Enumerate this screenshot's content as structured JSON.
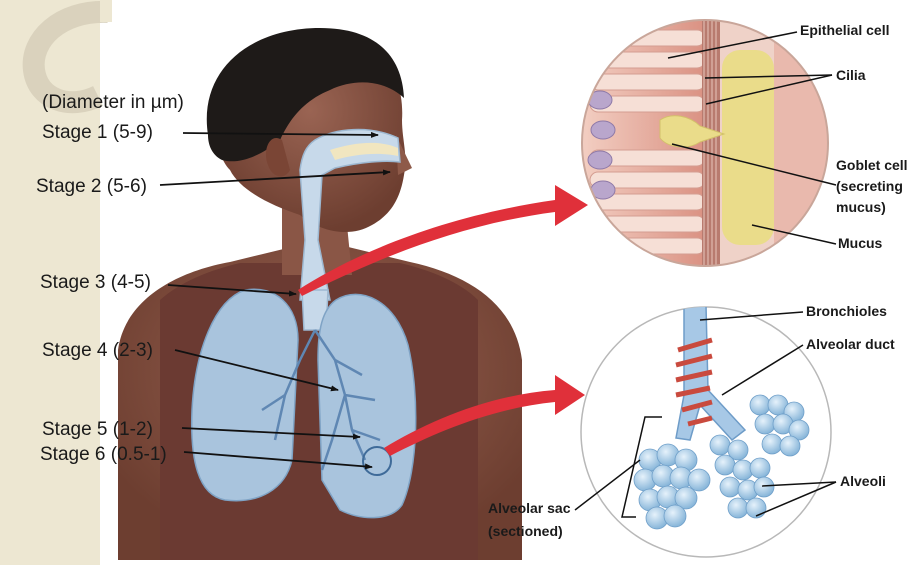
{
  "diagram": {
    "left_labels": {
      "diameter_header": "(Diameter in µm)",
      "stage1": "Stage 1 (5-9)",
      "stage2": "Stage 2 (5-6)",
      "stage3": "Stage 3 (4-5)",
      "stage4": "Stage 4 (2-3)",
      "stage5": "Stage 5 (1-2)",
      "stage6": "Stage 6 (0.5-1)"
    },
    "upper_inset_labels": {
      "epithelial_cell": "Epithelial cell",
      "cilia": "Cilia",
      "goblet_line1": "Goblet cell",
      "goblet_line2": "(secreting",
      "goblet_line3": "mucus)",
      "mucus": "Mucus"
    },
    "lower_inset_labels": {
      "bronchioles": "Bronchioles",
      "alveolar_duct": "Alveolar duct",
      "alveoli": "Alveoli",
      "alveolar_sac_line1": "Alveolar sac",
      "alveolar_sac_line2": "(sectioned)"
    },
    "colors": {
      "skin": "#7a4a3a",
      "shirt": "#6b3a32",
      "hair": "#1e1a18",
      "lungs": "#a9c4dd",
      "airway": "#c7d9ea",
      "arrow": "#e0303a",
      "panel_bg": "#f2ecdc",
      "epithelium": "#e7b2a6",
      "mucus": "#eadc8a",
      "alveoli": "#a7cce8"
    }
  }
}
